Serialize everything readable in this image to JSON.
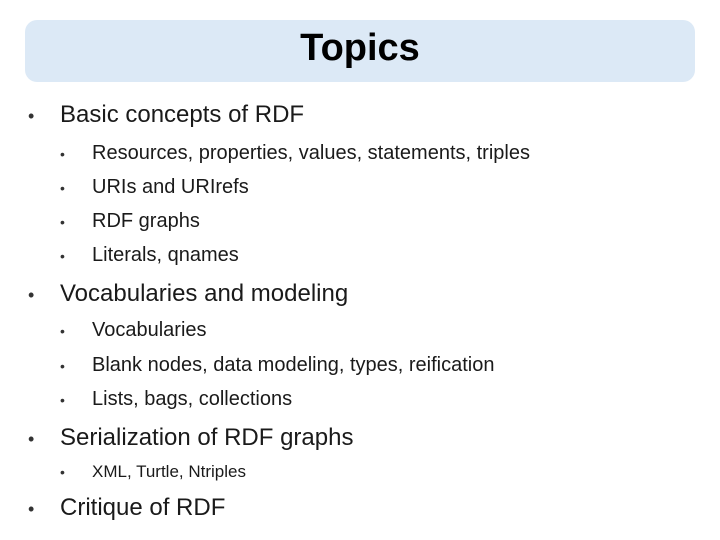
{
  "slide": {
    "title": "Topics",
    "bullet_glyph": "•",
    "items": [
      {
        "label": "Basic concepts of RDF",
        "subitems": [
          "Resources, properties, values, statements, triples",
          "URIs and URIrefs",
          "RDF graphs",
          "Literals, qnames"
        ]
      },
      {
        "label": "Vocabularies and modeling",
        "subitems": [
          "Vocabularies",
          "Blank nodes, data modeling, types, reification",
          "Lists, bags, collections"
        ]
      },
      {
        "label": "Serialization of RDF graphs",
        "subitems": [
          "XML, Turtle, Ntriples"
        ]
      },
      {
        "label": "Critique of RDF",
        "subitems": []
      }
    ]
  }
}
